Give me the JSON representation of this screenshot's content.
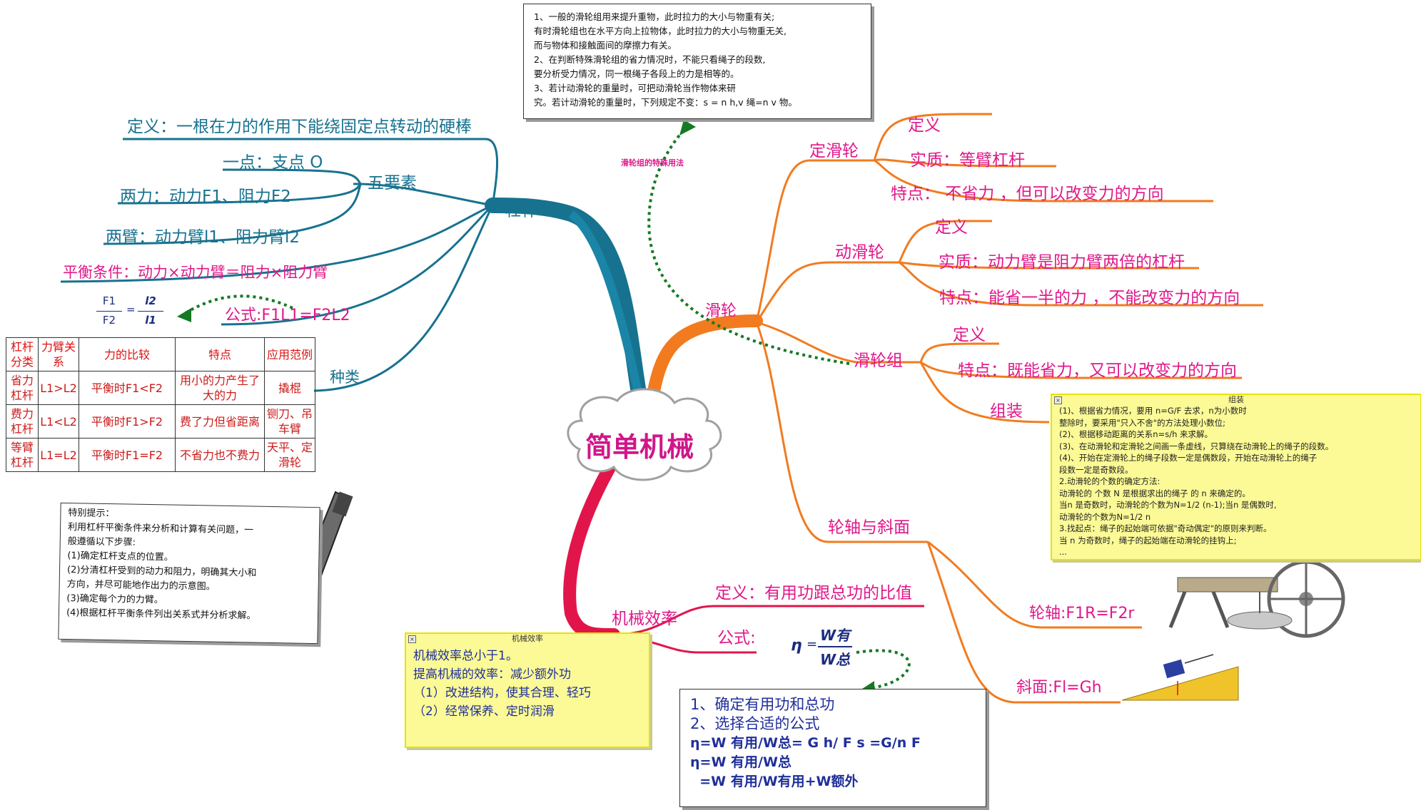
{
  "center": {
    "label": "简单机械"
  },
  "lever": {
    "label": "杠杆",
    "definition": "定义：一根在力的作用下能绕固定点转动的硬棒",
    "five_elements": {
      "label": "五要素",
      "items": [
        "一点：支点 O",
        "两力：动力F1、阻力F2",
        "两臂：动力臂l1、阻力臂l2"
      ]
    },
    "balance": "平衡条件：动力×动力臂＝阻力×阻力臂",
    "formula": "公式:F1L1=F2L2",
    "formula_frac": {
      "left_num": "F1",
      "left_den": "F2",
      "right_num": "l2",
      "right_den": "l1"
    },
    "types_label": "种类",
    "table": {
      "headers": [
        "杠杆分类",
        "力臂关系",
        "力的比较",
        "特点",
        "应用范例"
      ],
      "rows": [
        [
          "省力杠杆",
          "L1>L2",
          "平衡时F1<F2",
          "用小的力产生了大的力",
          "撬棍"
        ],
        [
          "费力杠杆",
          "L1<L2",
          "平衡时F1>F2",
          "费了力但省距离",
          "铡刀、吊车臂"
        ],
        [
          "等臂杠杆",
          "L1=L2",
          "平衡时F1=F2",
          "不省力也不费力",
          "天平、定滑轮"
        ]
      ]
    },
    "tip": {
      "lines": [
        "特别提示：",
        "利用杠杆平衡条件来分析和计算有关问题，一",
        "般遵循以下步骤:",
        "(1)确定杠杆支点的位置。",
        "(2)分清杠杆受到的动力和阻力，明确其大小和",
        "方向，并尽可能地作出力的示意图。",
        "(3)确定每个力的力臂。",
        "(4)根据杠杆平衡条件列出关系式并分析求解。"
      ]
    }
  },
  "pulley": {
    "label": "滑轮",
    "fixed": {
      "label": "定滑轮",
      "def": "定义",
      "essence": "实质：等臂杠杆",
      "feature": "特点：  不省力 ，但可以改变力的方向"
    },
    "movable": {
      "label": "动滑轮",
      "def": "定义",
      "essence": "实质：动力臂是阻力臂两倍的杠杆",
      "feature": "特点：能省一半的力 ，不能改变力的方向"
    },
    "block": {
      "label": "滑轮组",
      "def": "定义",
      "feature": "特点：既能省力，又可以改变力的方向",
      "assembly": "组装"
    },
    "special_label": "滑轮组的特殊用法",
    "special_note": [
      "1、一般的滑轮组用来提升重物，此时拉力的大小与物重有关;",
      "有时滑轮组也在水平方向上拉物体，此时拉力的大小与物重无关,",
      "而与物体和接触面间的摩擦力有关。",
      "2、在判断特殊滑轮组的省力情况时，不能只看绳子的段数,",
      "要分析受力情况，同一根绳子各段上的力是相等的。",
      "3、若计动滑轮的重量时，可把动滑轮当作物体来研",
      "究。若计动滑轮的重量时，下列规定不变：s = n h,v 绳=n v 物。"
    ],
    "assembly_note": {
      "title": "组装",
      "lines": [
        "(1)、根据省力情况，要用 n=G/F 去求，n为小数时",
        "整除时，要采用\"只入不舍\"的方法处理小数位;",
        "(2)、根据移动距离的关系n=s/h 来求解。",
        "(3)、在动滑轮和定滑轮之间画一条虚线，只算绕在动滑轮上的绳子的段数。",
        "(4)、开始在定滑轮上的绳子段数一定是偶数段，开始在动滑轮上的绳子",
        "段数一定是奇数段。",
        "2.动滑轮的个数的确定方法:",
        "  动滑轮的 个数 N 是根据求出的绳子 的 n 来确定的。",
        "当n 是奇数时，动滑轮的个数为N=1/2 (n-1);当n 是偶数时,",
        "动滑轮的个数为N=1/2 n",
        "3.找起点：绳子的起始端可依据\"奇动偶定\"的原则来判断。",
        "当 n 为奇数时，绳子的起始端在动滑轮的挂钩上;",
        "..."
      ]
    }
  },
  "wheel_axle": {
    "label": "轮轴与斜面",
    "axle": "轮轴:F1R=F2r",
    "incline": "斜面:Fl=Gh"
  },
  "efficiency": {
    "label": "机械效率",
    "definition": "定义：有用功跟总功的比值",
    "formula_label": "公式:",
    "eta": "η",
    "num": "W有",
    "den": "W总",
    "note": {
      "title": "机械效率",
      "lines": [
        "机械效率总小于1。",
        "提高机械的效率：减少额外功",
        "（1）改进结构，使其合理、轻巧",
        "（2）经常保养、定时润滑"
      ]
    },
    "steps": [
      "1、确定有用功和总功",
      "2、选择合适的公式",
      "η=W 有用/W总= G h/ F s =G/n F",
      "η=W 有用/W总",
      "  =W 有用/W有用+W额外"
    ]
  },
  "colors": {
    "teal": "#17728f",
    "magenta": "#e0188a",
    "orange": "#e8721c",
    "red": "#e2154a",
    "green": "#157a24"
  }
}
